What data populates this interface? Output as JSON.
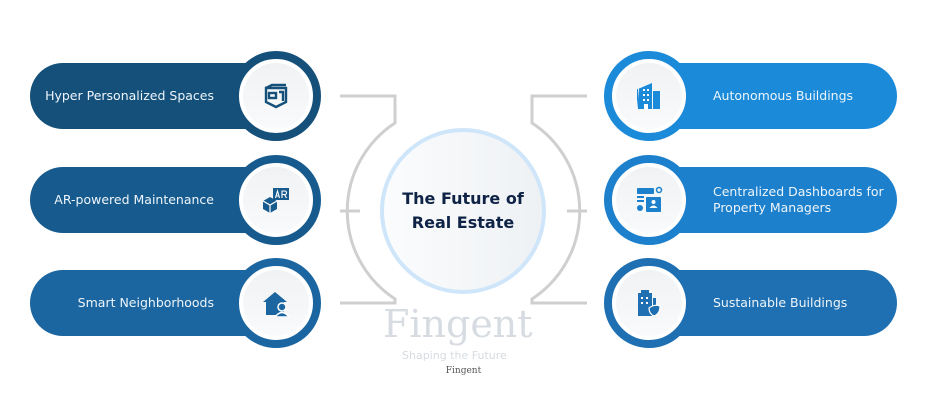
{
  "center_title_line1": "The Future of",
  "center_title_line2": "Real Estate",
  "watermark": {
    "brand": "Fingent",
    "tagline": "Shaping the Future"
  },
  "left_items": [
    {
      "label": "Hyper Personalized Spaces",
      "icon": "room-3d-icon",
      "color": "#14507a"
    },
    {
      "label": "AR-powered Maintenance",
      "icon": "ar-box-icon",
      "color": "#175b8e"
    },
    {
      "label": "Smart Neighborhoods",
      "icon": "home-user-icon",
      "color": "#1b66a0"
    }
  ],
  "right_items": [
    {
      "label": "Autonomous Buildings",
      "icon": "building-icon",
      "color": "#1a8ad9"
    },
    {
      "label": "Centralized Dashboards for Property Managers",
      "icon": "dashboard-icon",
      "color": "#1c80cc"
    },
    {
      "label": "Sustainable Buildings",
      "icon": "eco-building-icon",
      "color": "#1f70b3"
    }
  ],
  "footer": "Fingent"
}
